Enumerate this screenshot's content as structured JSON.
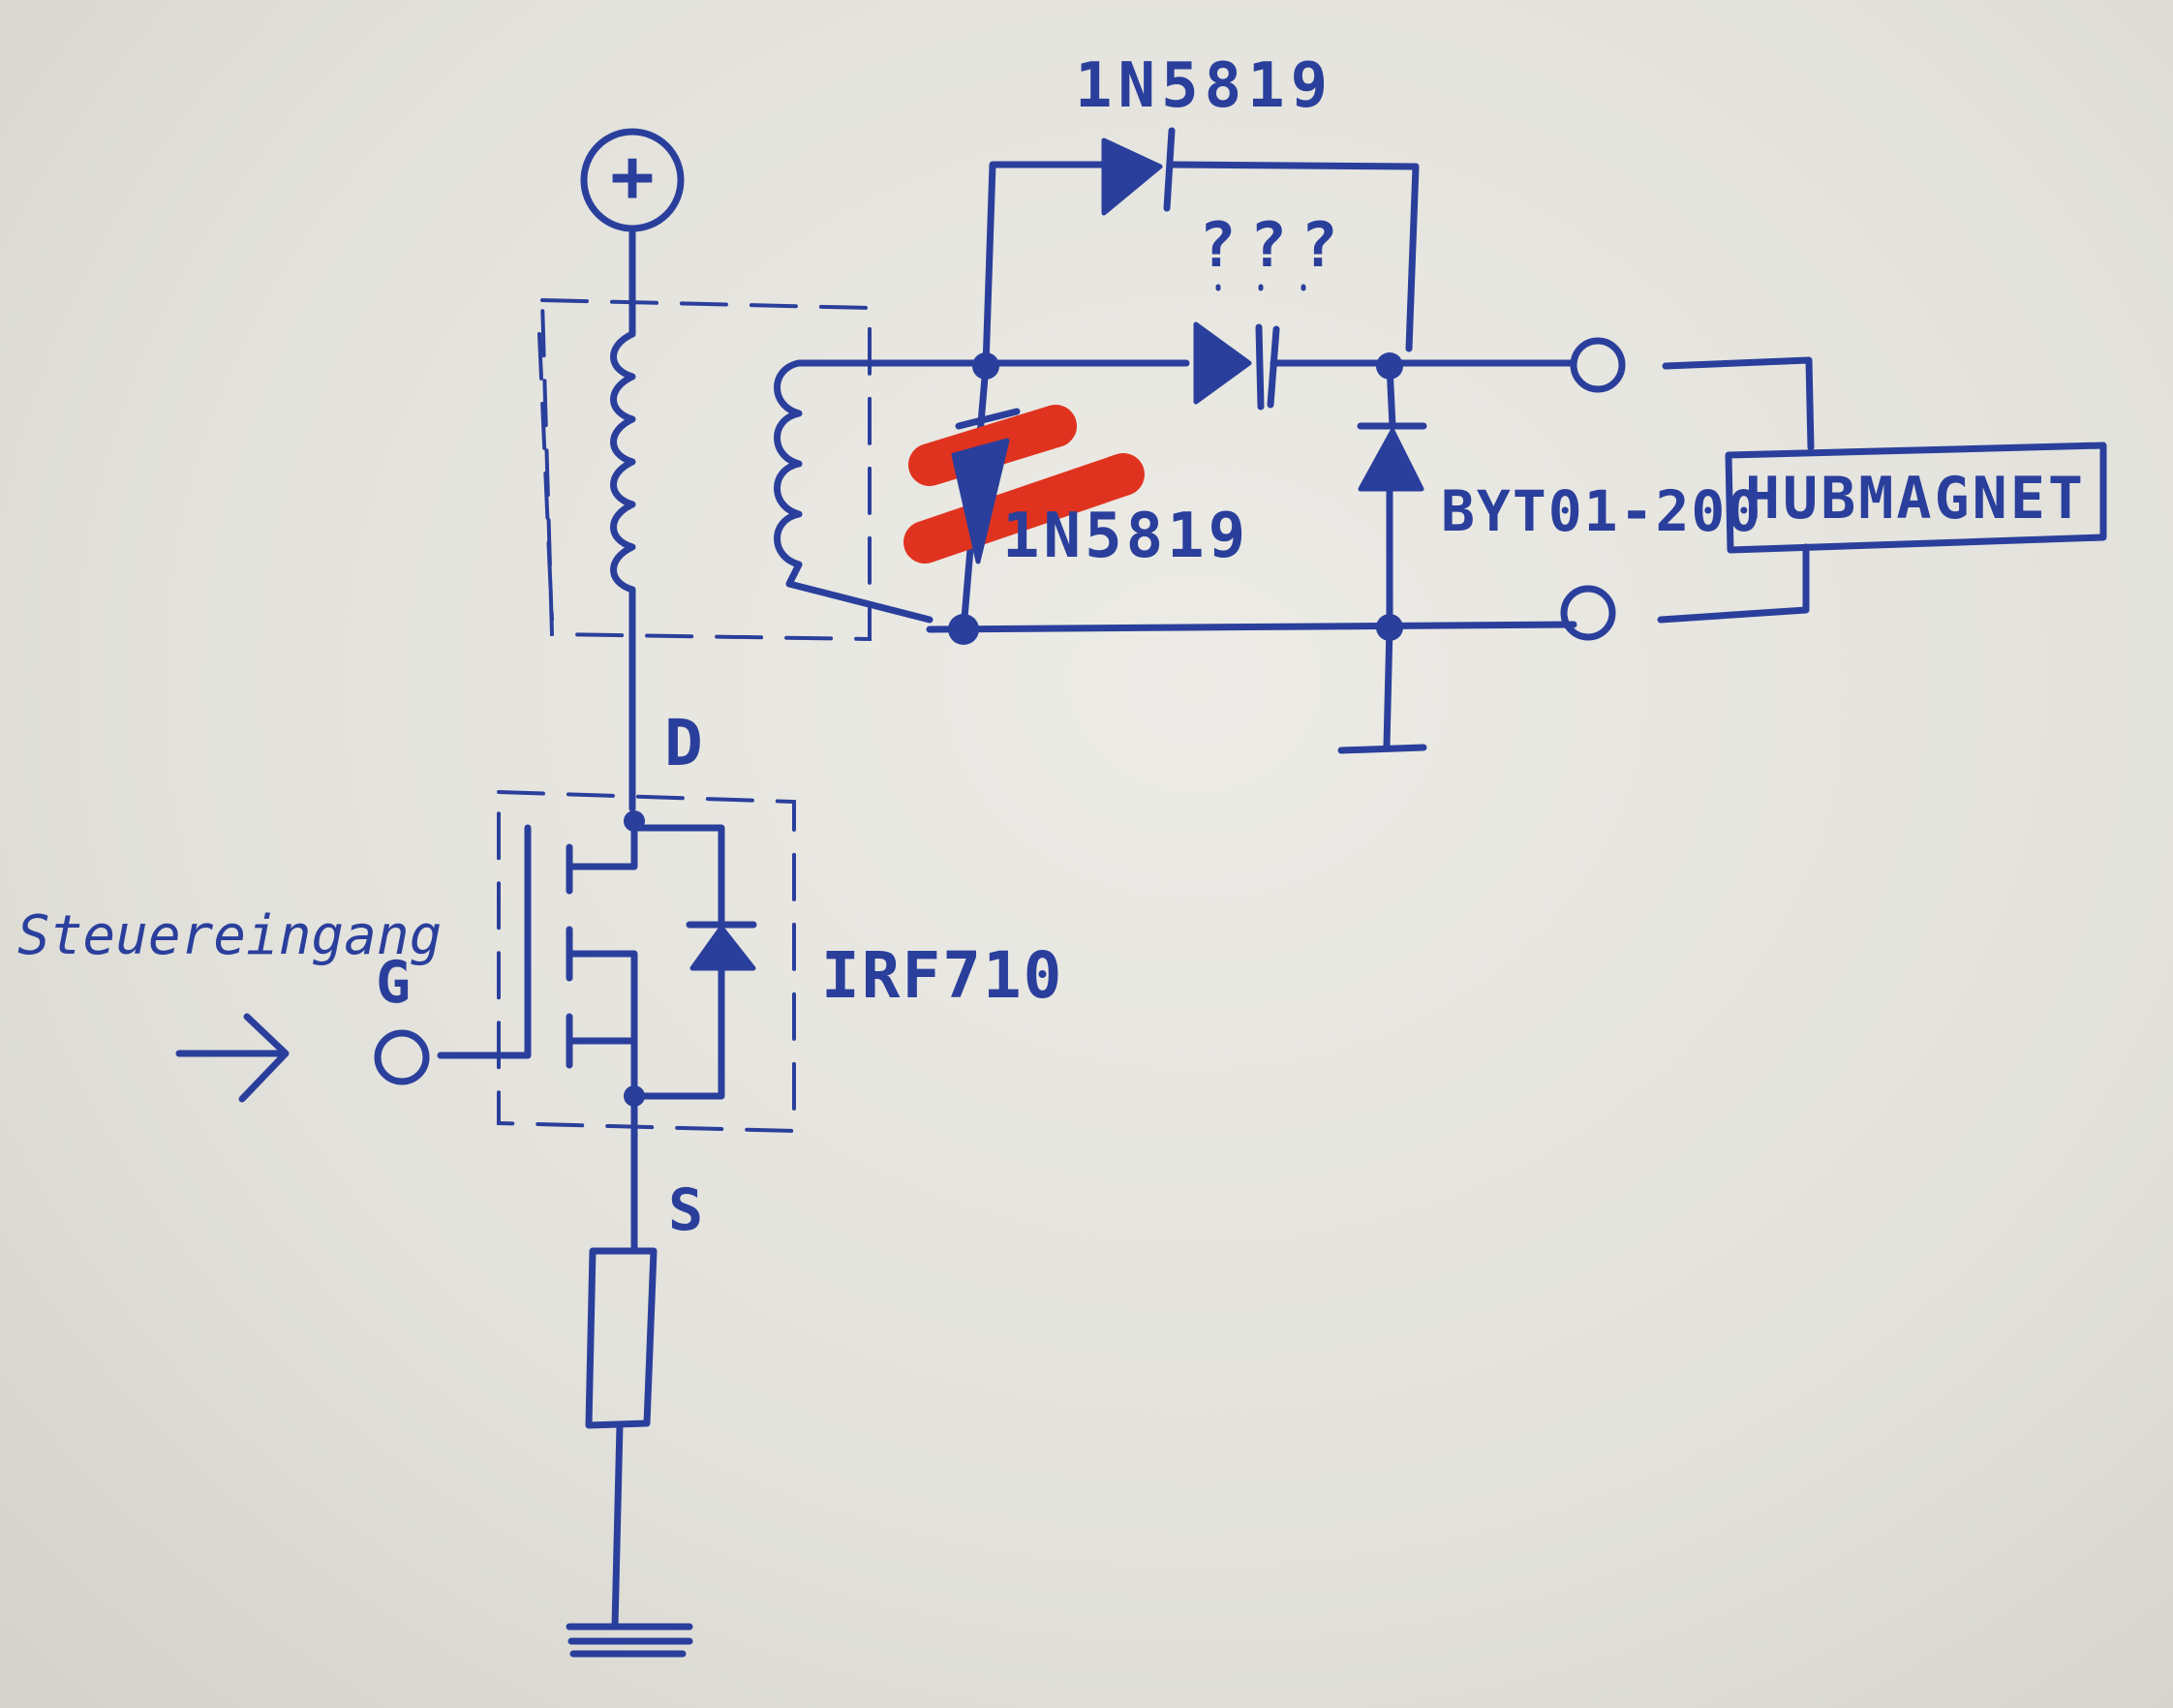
{
  "labels": {
    "diode_top": "1N5819",
    "unknown_parts": "???",
    "diode_crossed": "1N5819",
    "tvs_diode": "BYT01-200",
    "load": "HUBMAGNET",
    "drain": "D",
    "gate": "G",
    "source": "S",
    "mosfet": "IRF710",
    "control_input": "Steuereingang",
    "supply": "+"
  },
  "colors": {
    "ink": "#2a3f9c",
    "correction": "#e0331f",
    "paper": "#e7e6e0"
  }
}
